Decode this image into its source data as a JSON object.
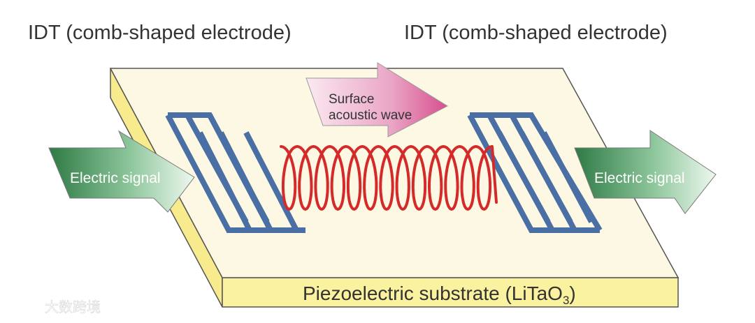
{
  "labels": {
    "idt_left": "IDT (comb-shaped electrode)",
    "idt_right": "IDT (comb-shaped electrode)",
    "wave_line1": "Surface",
    "wave_line2": "acoustic wave",
    "signal_in": "Electric signal",
    "signal_out": "Electric signal",
    "substrate_main": "Piezoelectric substrate (LiTaO",
    "substrate_sub": "3",
    "substrate_close": ")"
  },
  "watermark": {
    "text": "大数跨境"
  },
  "colors": {
    "substrate_top": "#fdf8e4",
    "substrate_side": "#fbf2a0",
    "electrode": "#4a6fa5",
    "wave": "#d42a2a",
    "signal_arrow": "#3f8a52",
    "wave_arrow": "#d84f8e"
  }
}
